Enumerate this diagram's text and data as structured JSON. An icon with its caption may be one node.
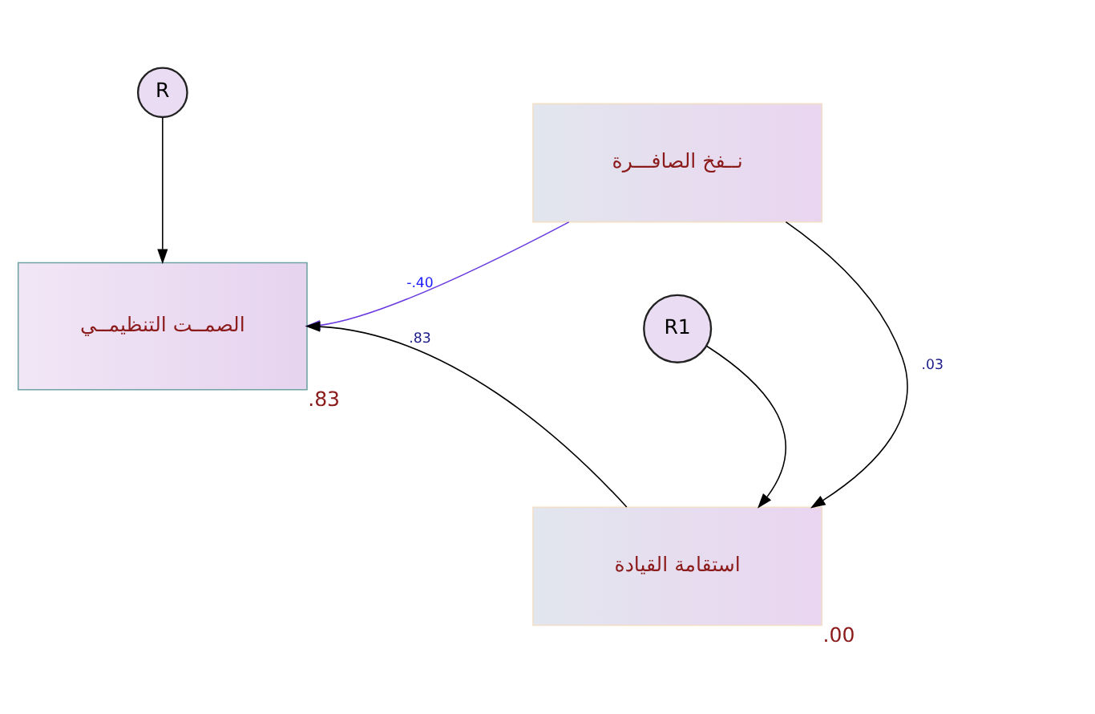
{
  "diagram": {
    "nodes": [
      {
        "text": [
          "R"
        ]
      },
      {
        "text": [
          "الصمــت التنظيمــي"
        ],
        "beside": [
          ".83"
        ]
      },
      {
        "text": [
          "نــفخ الصافـــرة"
        ]
      },
      {
        "text": [
          "استقامة القيادة"
        ],
        "beside": [
          ".00"
        ]
      },
      {
        "text": [
          "R1"
        ]
      }
    ],
    "edges": [
      {
        "from": 0,
        "to": 1,
        "arrow": "to"
      },
      {
        "from": 2,
        "to": 1,
        "arrow": "to",
        "label": "-.40",
        "color": "#6a3ae0"
      },
      {
        "from": 2,
        "to": 3,
        "arrow": "to",
        "label": ".03"
      },
      {
        "from": 3,
        "to": 1,
        "arrow": "to",
        "label": ".83"
      },
      {
        "from": 4,
        "to": 3,
        "arrow": "to"
      }
    ]
  }
}
